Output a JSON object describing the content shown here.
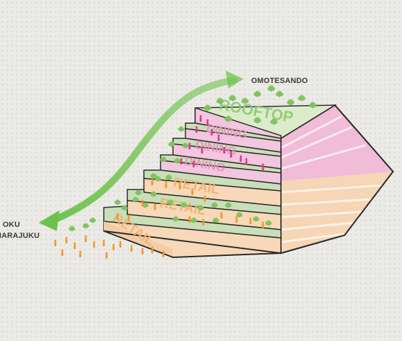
{
  "places": {
    "omotesando": "OMOTESANDO",
    "oku": "OKU",
    "harajuku": "HARAJUKU"
  },
  "tiers": [
    {
      "name": "rooftop",
      "label": "ROOFTOP",
      "use": "rooftop"
    },
    {
      "name": "dining-upper",
      "label": "DINING",
      "use": "dining"
    },
    {
      "name": "dining-middle",
      "label": "DINING",
      "use": "dining"
    },
    {
      "name": "dining-lower",
      "label": "DINING",
      "use": "dining"
    },
    {
      "name": "retail-upper",
      "label": "RETAIL",
      "use": "retail"
    },
    {
      "name": "retail-middle",
      "label": "RETAIL",
      "use": "retail"
    },
    {
      "name": "retail-lower",
      "label": "RETAIL",
      "use": "retail"
    }
  ],
  "colors": {
    "dining": "#f2c6df",
    "retail": "#f7d8b8",
    "green_roof": "#c9dfb8",
    "tree": "#7ec45d",
    "arrow": "#6cc24a",
    "people_dining": "#e0338a",
    "people_retail": "#f29426"
  }
}
